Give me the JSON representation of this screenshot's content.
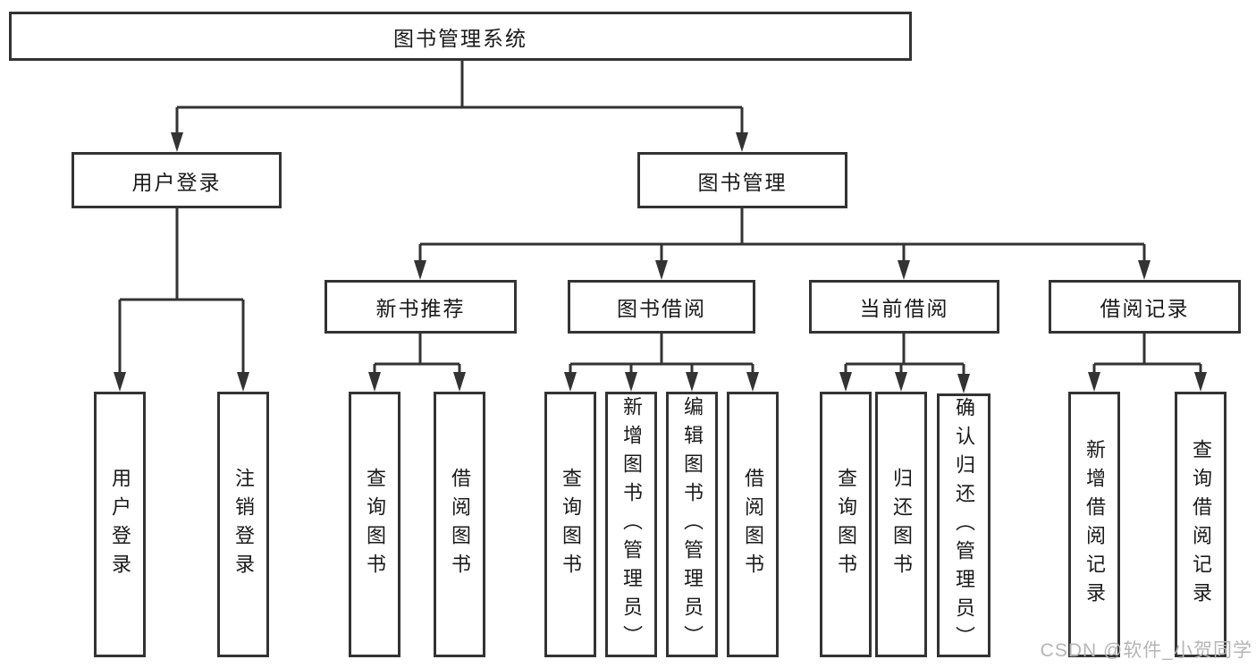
{
  "diagram": {
    "root": {
      "label": "图书管理系统"
    },
    "level2": [
      {
        "label": "用户登录"
      },
      {
        "label": "图书管理"
      }
    ],
    "level3": [
      {
        "label": "新书推荐"
      },
      {
        "label": "图书借阅"
      },
      {
        "label": "当前借阅"
      },
      {
        "label": "借阅记录"
      }
    ],
    "leaves": [
      {
        "label": "用户登录"
      },
      {
        "label": "注销登录"
      },
      {
        "label": "查询图书"
      },
      {
        "label": "借阅图书"
      },
      {
        "label": "查询图书"
      },
      {
        "label": "新增图书（管理员）"
      },
      {
        "label": "编辑图书（管理员）"
      },
      {
        "label": "借阅图书"
      },
      {
        "label": "查询图书"
      },
      {
        "label": "归还图书"
      },
      {
        "label": "确认归还（管理员）"
      },
      {
        "label": "新增借阅记录"
      },
      {
        "label": "查询借阅记录"
      }
    ]
  },
  "watermark": {
    "text": "CSDN @软件_小贺同学"
  },
  "colors": {
    "line": "#333333",
    "text": "#1a1a1a",
    "box_border": "#333333",
    "background": "#ffffff",
    "watermark": "#b5b5b5"
  }
}
